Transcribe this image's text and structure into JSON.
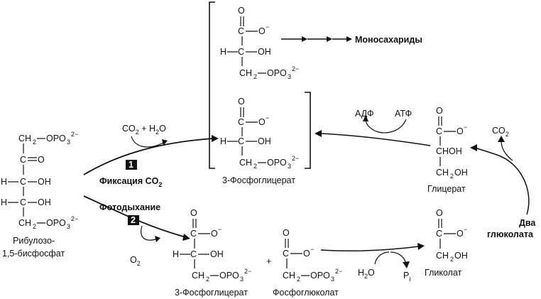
{
  "labels": {
    "monosaccharides": "Моносахариды",
    "pga_top": "3-Фосфоглицерат",
    "pga_bottom": "3-Фосфоглицерат",
    "glycerate": "Глицерат",
    "glycolate": "Гликолат",
    "phosphoglycolate": "Фосфоглюколат",
    "rubp_line1": "Рибулозо-",
    "rubp_line2": "1,5-бисфосфат",
    "fixation": "Фиксация CO",
    "fixation_sub": "2",
    "photorespiration": "Фотодыхание",
    "step1": "1",
    "step2": "2",
    "adp": "АДФ",
    "atp": "АТФ",
    "co2": "CO",
    "co2_sub": "2",
    "co2_h2o": "CO",
    "co2_h2o_rest": " + H",
    "co2_h2o_tail": "O",
    "o2": "O",
    "h2o": "H",
    "h2o_tail": "O",
    "pi": "P",
    "pi_sub": "i",
    "two_glycolate_1": "Два",
    "two_glycolate_2": "глюколата",
    "plus": "+"
  },
  "chem": {
    "O": "O",
    "C": "C",
    "H": "H",
    "OH": "OH",
    "O_minus": "O",
    "CH2": "CH",
    "OPO3": "OPO",
    "CHOH": "CHOH",
    "CH2OH": "CH",
    "sub2": "2",
    "sub3": "3",
    "sup_2minus": "2−",
    "sup_minus": "−"
  }
}
